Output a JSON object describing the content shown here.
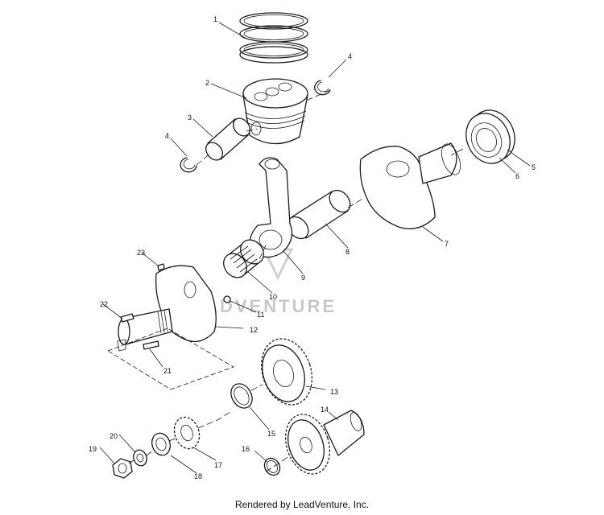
{
  "footer": "Rendered by LeadVenture, Inc.",
  "watermark": "LEADVENTURE",
  "callouts": [
    "1",
    "2",
    "3",
    "4",
    "4",
    "5",
    "6",
    "7",
    "8",
    "9",
    "10",
    "11",
    "12",
    "13",
    "14",
    "15",
    "16",
    "17",
    "18",
    "19",
    "20",
    "21",
    "22",
    "23"
  ]
}
